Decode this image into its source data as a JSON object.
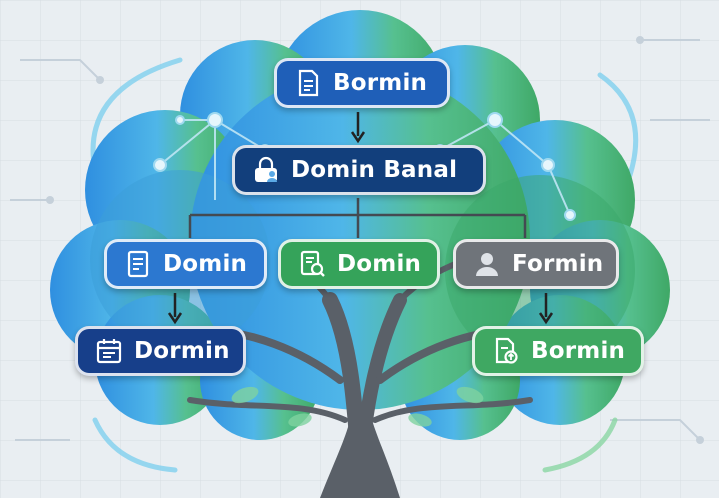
{
  "colors": {
    "background": "#e9eef2",
    "blue_dark": "#1a4f9c",
    "blue": "#2c78d0",
    "green": "#35a35a",
    "gray": "#6f747a",
    "navy": "#123f7c",
    "trunk": "#5a6068"
  },
  "nodes": {
    "top": {
      "label": "Bormin",
      "icon": "document-icon"
    },
    "root": {
      "label": "Domin Banal",
      "icon": "lock-user-icon"
    },
    "left": {
      "label": "Domin",
      "icon": "form-icon"
    },
    "center": {
      "label": "Domin",
      "icon": "search-document-icon"
    },
    "right": {
      "label": "Formin",
      "icon": "user-icon"
    },
    "bottom_left": {
      "label": "Dormin",
      "icon": "calendar-icon"
    },
    "bottom_right": {
      "label": "Bormin",
      "icon": "document-upload-icon"
    }
  }
}
